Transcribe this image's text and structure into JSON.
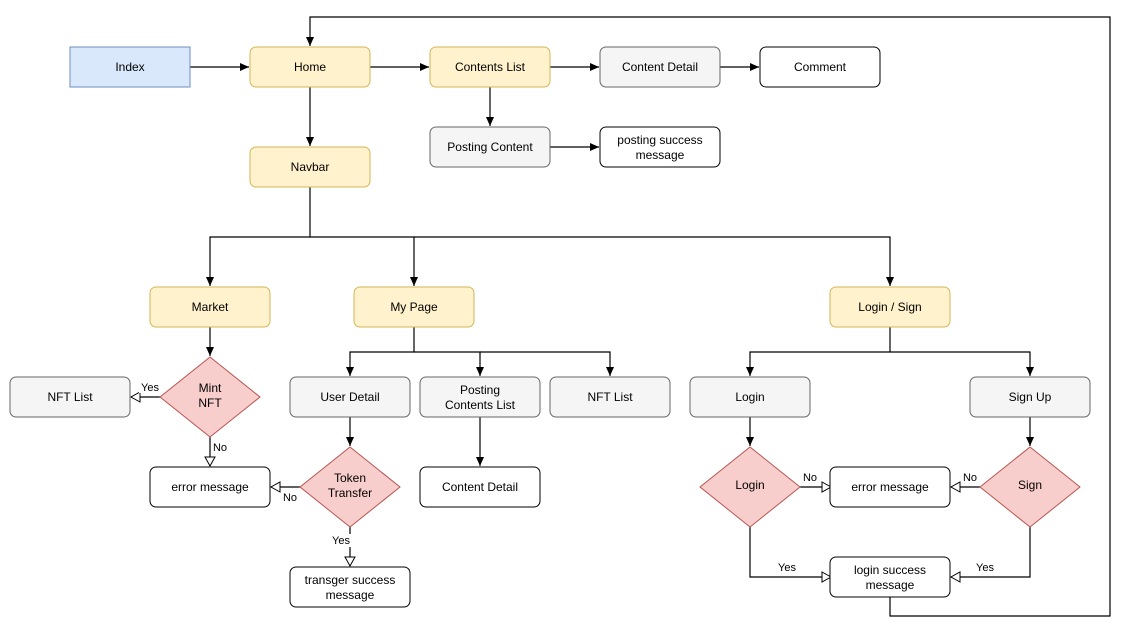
{
  "nodes": {
    "index": "Index",
    "home": "Home",
    "contents_list": "Contents List",
    "content_detail_top": "Content Detail",
    "comment": "Comment",
    "posting_content": "Posting Content",
    "posting_success": [
      "posting success",
      "message"
    ],
    "navbar": "Navbar",
    "market": "Market",
    "my_page": "My Page",
    "login_sign": "Login / Sign",
    "nft_list_market": "NFT List",
    "mint_nft": [
      "Mint",
      "NFT"
    ],
    "error_market": "error message",
    "user_detail": "User Detail",
    "posting_contents_list": [
      "Posting",
      "Contents List"
    ],
    "nft_list_mypage": "NFT List",
    "token_transfer": [
      "Token",
      "Transfer"
    ],
    "transfer_success": [
      "transger success",
      "message"
    ],
    "content_detail_mypage": "Content Detail",
    "login": "Login",
    "sign_up": "Sign Up",
    "login_decision": "Login",
    "error_login": "error message",
    "sign_decision": "Sign",
    "login_success": [
      "login success",
      "message"
    ]
  },
  "edge_labels": {
    "mint_yes": "Yes",
    "mint_no": "No",
    "token_no": "No",
    "token_yes": "Yes",
    "login_no": "No",
    "login_yes": "Yes",
    "sign_no": "No",
    "sign_yes": "Yes"
  },
  "colors": {
    "index_fill": "#dae8fc",
    "index_stroke": "#6c8ebf",
    "yellow_fill": "#fff2cc",
    "yellow_stroke": "#d6b656",
    "gray_fill": "#f5f5f5",
    "gray_stroke": "#666666",
    "diamond_fill": "#f8cecc",
    "diamond_stroke": "#b85450"
  }
}
